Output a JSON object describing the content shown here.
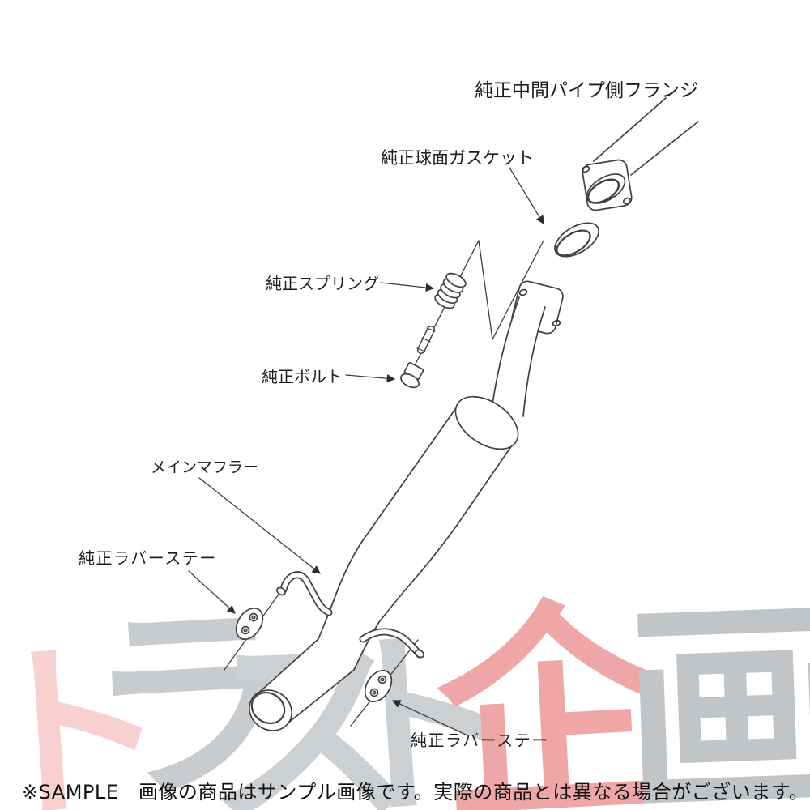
{
  "page": {
    "background": "#ffffff"
  },
  "diagram": {
    "type": "exploded-parts-diagram",
    "subject": "exhaust main muffler assembly",
    "stroke_color": "#3f3f3f",
    "labels": {
      "intermediate_pipe_flange": "純正中間パイプ側フランジ",
      "spherical_gasket": "純正球面ガスケット",
      "spring": "純正スプリング",
      "bolt": "純正ボルト",
      "main_muffler": "メインマフラー",
      "rubber_stay_left": "純正ラバーステー",
      "rubber_stay_right": "純正ラバーステー"
    }
  },
  "watermark": {
    "text": "トラスト企画",
    "characters": [
      {
        "char": "ト",
        "color": "#f8d0d0"
      },
      {
        "char": "ラ",
        "color": "#c9cccf"
      },
      {
        "char": "ス",
        "color": "#cdd0d2"
      },
      {
        "char": "ト",
        "color": "#cdd0d2"
      },
      {
        "char": "企",
        "color": "#efa6a6"
      },
      {
        "char": "画",
        "color": "#c2c5c7"
      }
    ]
  },
  "footer": {
    "sample_note": "※SAMPLE　画像の商品はサンプル画像です。実際の商品とは異なる場合がございます。"
  }
}
